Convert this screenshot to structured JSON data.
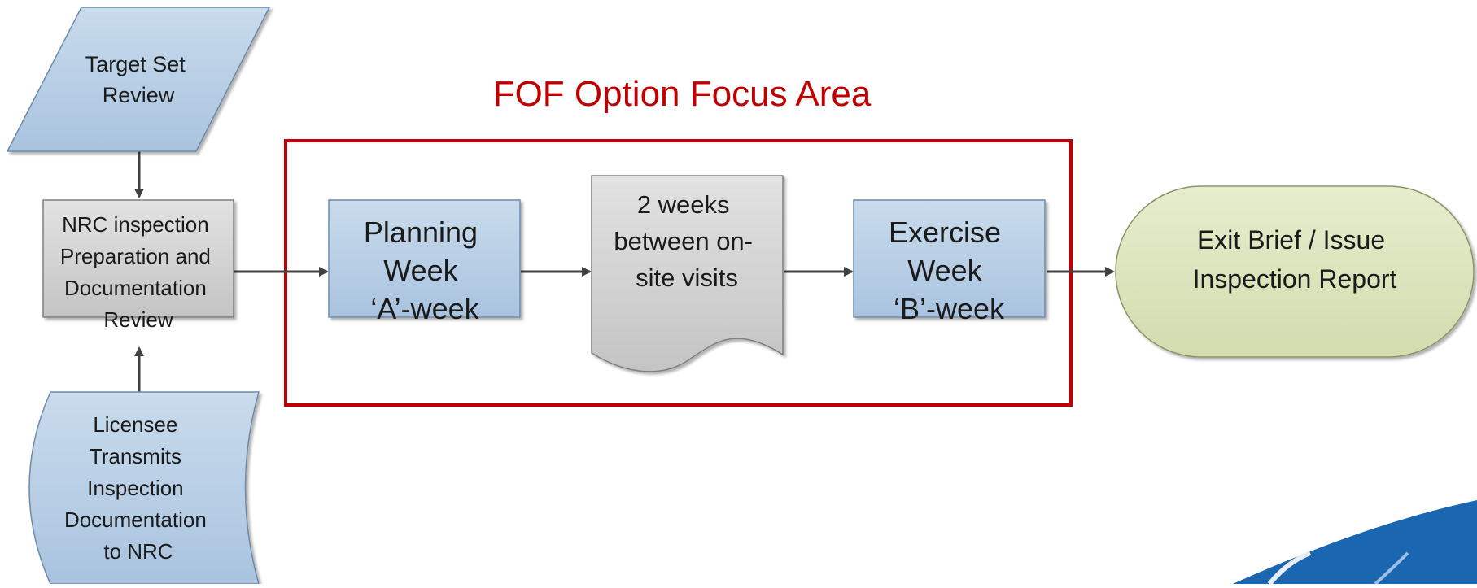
{
  "focus_area": {
    "title": "FOF Option Focus Area",
    "border_color": "#c00000"
  },
  "nodes": {
    "target_set_review": {
      "lines": [
        "Target Set",
        "Review"
      ],
      "shape": "parallelogram"
    },
    "nrc_preparation": {
      "lines": [
        "NRC inspection",
        "Preparation and",
        "Documentation",
        "Review"
      ],
      "shape": "rectangle"
    },
    "licensee_transmits": {
      "lines": [
        "Licensee",
        "Transmits",
        "Inspection",
        "Documentation",
        "to NRC"
      ],
      "shape": "stored-data"
    },
    "planning_week": {
      "lines": [
        "Planning",
        "Week",
        "‘A’-week"
      ],
      "shape": "rectangle"
    },
    "two_weeks": {
      "lines": [
        "2 weeks",
        "between on-",
        "site visits"
      ],
      "shape": "document"
    },
    "exercise_week": {
      "lines": [
        "Exercise",
        "Week",
        "‘B’-week"
      ],
      "shape": "rectangle"
    },
    "exit_brief": {
      "lines": [
        "Exit Brief / Issue",
        "Inspection Report"
      ],
      "shape": "terminator"
    }
  },
  "edges": [
    {
      "from": "target_set_review",
      "to": "nrc_preparation"
    },
    {
      "from": "licensee_transmits",
      "to": "nrc_preparation"
    },
    {
      "from": "nrc_preparation",
      "to": "planning_week"
    },
    {
      "from": "planning_week",
      "to": "two_weeks"
    },
    {
      "from": "two_weeks",
      "to": "exercise_week"
    },
    {
      "from": "exercise_week",
      "to": "exit_brief"
    }
  ],
  "colors": {
    "blue_fill": "#b9cfe4",
    "gray_fill": "#d4d4d4",
    "green_fill": "#dde5c0",
    "arrow": "#404040",
    "logo_blue": "#1a66b0"
  },
  "logo": {
    "icon": "nrc-logo-corner"
  }
}
